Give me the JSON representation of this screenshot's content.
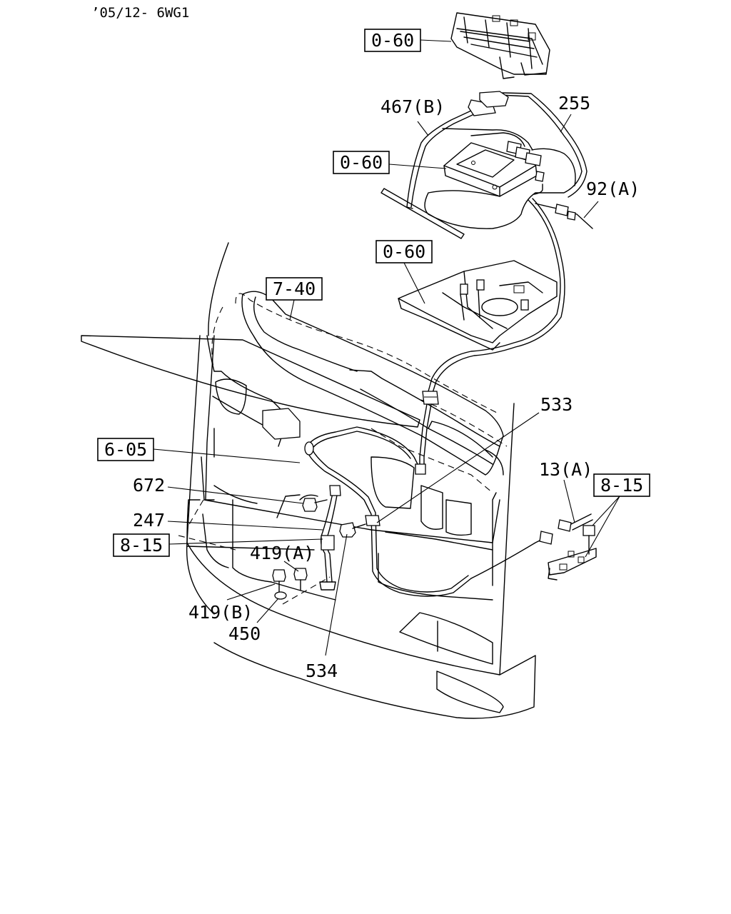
{
  "header": {
    "code": "’05/12- 6WG1"
  },
  "callouts": {
    "ref_0_60_top": "0-60",
    "ref_0_60_mid": "0-60",
    "ref_0_60_low": "0-60",
    "ref_7_40": "7-40",
    "ref_6_05": "6-05",
    "ref_8_15_left": "8-15",
    "ref_8_15_right": "8-15",
    "part_467B": "467(B)",
    "part_255": "255",
    "part_92A": "92(A)",
    "part_533": "533",
    "part_13A": "13(A)",
    "part_672": "672",
    "part_247": "247",
    "part_419A": "419(A)",
    "part_419B": "419(B)",
    "part_450": "450",
    "part_534": "534"
  }
}
